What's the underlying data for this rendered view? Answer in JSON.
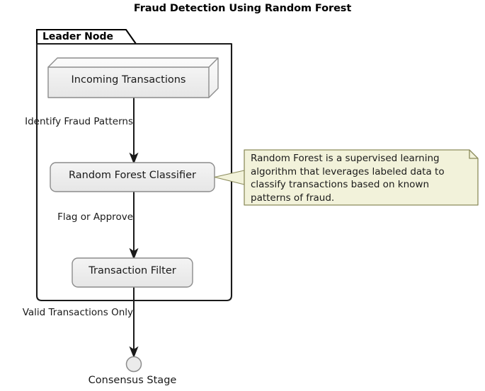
{
  "diagram": {
    "title": "Fraud Detection Using Random Forest",
    "type": "uml-activity-diagram",
    "partition": {
      "label": "Leader Node",
      "shape": "partition-tab-box"
    },
    "nodes": [
      {
        "id": "incoming-transactions",
        "label": "Incoming Transactions",
        "shape": "3d-node-box"
      },
      {
        "id": "random-forest-classifier",
        "label": "Random Forest Classifier",
        "shape": "rounded-rect"
      },
      {
        "id": "transaction-filter",
        "label": "Transaction Filter",
        "shape": "rounded-rect"
      },
      {
        "id": "consensus-stage",
        "label": "Consensus Stage",
        "shape": "end-circle"
      }
    ],
    "edges": [
      {
        "id": "edge-identify-fraud-patterns",
        "label": "Identify Fraud Patterns",
        "from": "incoming-transactions",
        "to": "random-forest-classifier"
      },
      {
        "id": "edge-flag-or-approve",
        "label": "Flag or Approve",
        "from": "random-forest-classifier",
        "to": "transaction-filter"
      },
      {
        "id": "edge-valid-transactions-only",
        "label": "Valid Transactions Only",
        "from": "transaction-filter",
        "to": "consensus-stage"
      }
    ],
    "note": {
      "attached_to": "random-forest-classifier",
      "text": "Random Forest is a supervised learning\nalgorithm that leverages labeled data to\nclassify transactions based on known\npatterns of fraud."
    },
    "colors": {
      "background": "#ffffff",
      "stroke": "#1a1a1a",
      "node_fill": "#ececec",
      "node_fill_top": "#f2f2f2",
      "node_stroke": "#8c8c8c",
      "note_fill": "#f2f2da",
      "note_stroke": "#8c8c5c",
      "end_circle_fill": "#ebebeb",
      "text": "#1a1a1a"
    }
  }
}
